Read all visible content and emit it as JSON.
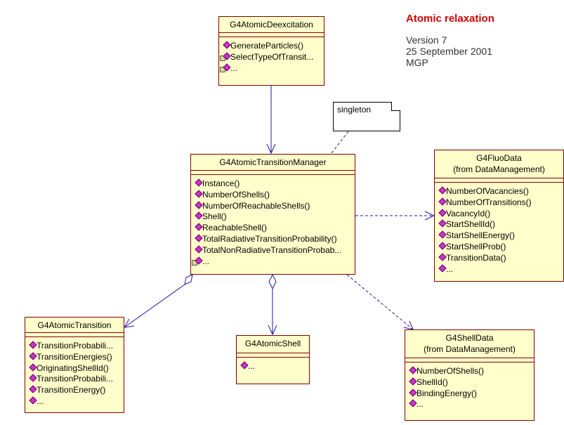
{
  "title": "Atomic relaxation",
  "meta": [
    "Version 7",
    "25 September 2001",
    "MGP"
  ],
  "note": "singleton",
  "classes": {
    "deexcitation": {
      "name": "G4AtomicDeexcitation",
      "ops": [
        "GenerateParticles()",
        "SelectTypeOfTransit...",
        "..."
      ]
    },
    "manager": {
      "name": "G4AtomicTransitionManager",
      "ops": [
        "Instance()",
        "NumberOfShells()",
        "NumberOfReachableShells()",
        "Shell()",
        "ReachableShell()",
        "TotalRadiativeTransitionProbability()",
        "TotalNonRadiativeTransitionProbab...",
        "..."
      ]
    },
    "fluo": {
      "name": "G4FluoData",
      "package": "(from DataManagement)",
      "ops": [
        "NumberOfVacancies()",
        "NumberOfTransitions()",
        "VacancyId()",
        "StartShellId()",
        "StartShellEnergy()",
        "StartShellProb()",
        "TransitionData()",
        "..."
      ]
    },
    "transition": {
      "name": "G4AtomicTransition",
      "ops": [
        "TransitionProbabili...",
        "TransitionEnergies()",
        "OriginatingShellId()",
        "TransitionProbabili...",
        "TransitionEnergy()",
        "..."
      ]
    },
    "shell": {
      "name": "G4AtomicShell",
      "ops": [
        "..."
      ]
    },
    "shelldata": {
      "name": "G4ShellData",
      "package": "(from DataManagement)",
      "ops": [
        "NumberOfShells()",
        "ShellId()",
        "BindingEnergy()",
        "..."
      ]
    }
  }
}
